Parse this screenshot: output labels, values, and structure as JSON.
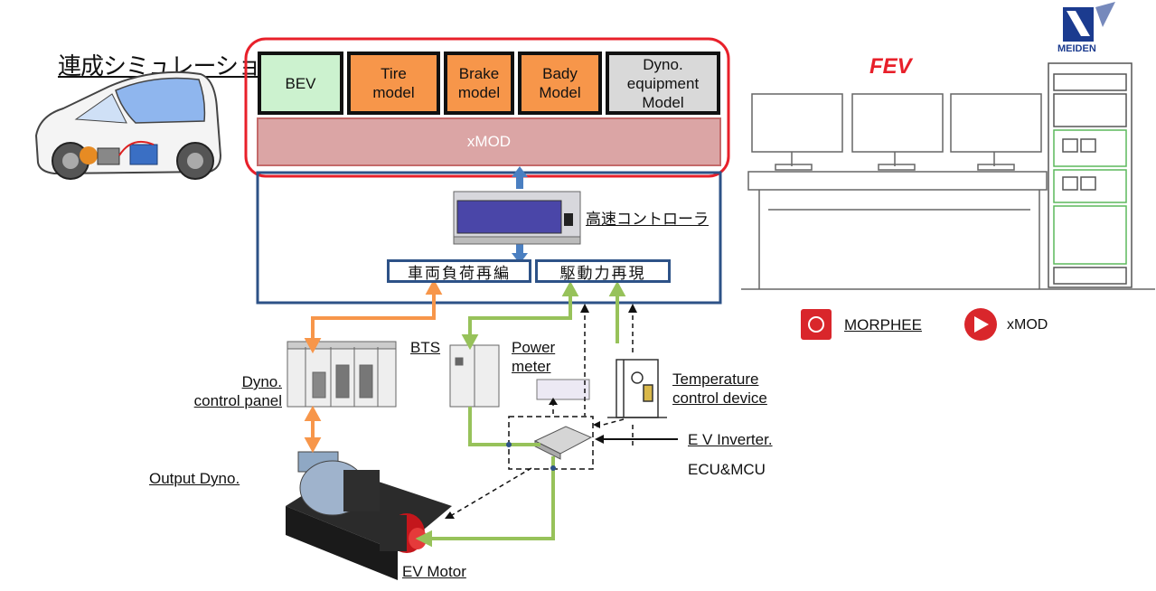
{
  "title": "連成シミュレーション",
  "models": {
    "bev": "BEV",
    "tire": "Tire\nmodel",
    "brake": "Brake\nmodel",
    "body": "Bady\nModel",
    "dyno_equipment": "Dyno.\nequipment\nModel"
  },
  "xmod_bar": "xMOD",
  "controller": "高速コントローラ",
  "load_reconfig": "車両負荷再編",
  "drive_reproduce": "駆動力再現",
  "labels": {
    "dyno_panel": "Dyno.\ncontrol panel",
    "bts": "BTS",
    "power_meter": "Power\nmeter",
    "temperature": "Temperature\ncontrol device",
    "inverter": "E V  Inverter.",
    "ecu": "ECU&MCU",
    "output_dyno": "Output Dyno.",
    "ev_motor": "EV Motor"
  },
  "brands": {
    "fev": "FEV",
    "meiden": "MEIDEN",
    "morphee": "MORPHEE",
    "xmod": "xMOD"
  },
  "colors": {
    "red_frame": "#e8202a",
    "orange_model": "#f7964a",
    "green_bev": "#ccf2cf",
    "gray_model": "#d9d9d9",
    "xmod_pink": "#dba5a5",
    "blue_frame": "#2d5287",
    "blue_arrow": "#4a7fc1",
    "orange_line": "#f7964a",
    "green_line": "#97c25a"
  }
}
